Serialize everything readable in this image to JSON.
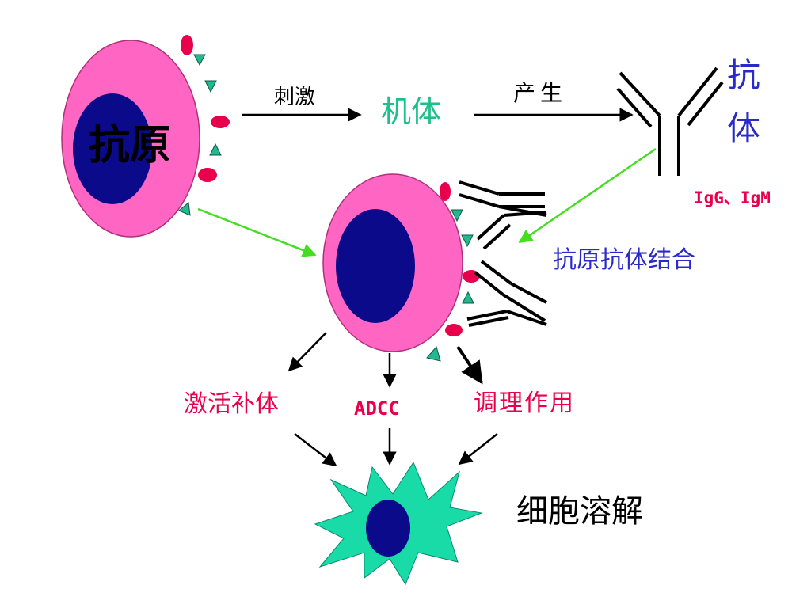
{
  "labels": {
    "antigen": "抗原",
    "stimulate": "刺激",
    "body": "机体",
    "produce": "产生",
    "antibody_line1": "抗",
    "antibody_line2": "体",
    "classes": "IgG、IgM",
    "binding": "抗原抗体结合",
    "complement": "激活补体",
    "adcc": "ADCC",
    "opsonization": "调理作用",
    "lysis": "细胞溶解"
  },
  "colors": {
    "cell_pink": "#ff66c4",
    "nucleus_blue": "#0a0a8a",
    "epitope_red": "#e8004c",
    "epitope_teal": "#22b890",
    "green_arrow": "#44dd22",
    "label_green": "#1ec08a",
    "label_blue": "#2a2ac8",
    "label_red": "#e8004c",
    "lysed_cell": "#18dba8"
  }
}
